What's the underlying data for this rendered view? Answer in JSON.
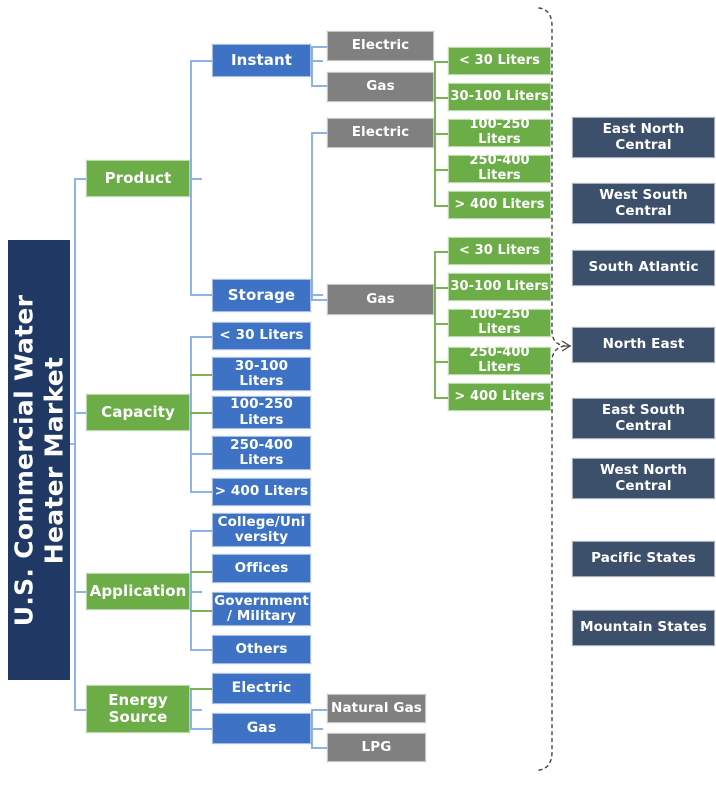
{
  "title": {
    "line1": "U.S. Commercial Water",
    "line2": "Heater Market"
  },
  "segments": [
    {
      "label": "Product"
    },
    {
      "label": "Capacity"
    },
    {
      "label": "Application"
    },
    {
      "label": "Energy\nSource"
    }
  ],
  "product": {
    "types": [
      {
        "label": "Instant"
      },
      {
        "label": "Storage"
      }
    ],
    "instant_energy": [
      {
        "label": "Electric"
      },
      {
        "label": "Gas"
      }
    ],
    "storage_energy": [
      {
        "label": "Electric"
      },
      {
        "label": "Gas"
      }
    ],
    "electric_capacity": [
      {
        "label": "< 30 Liters"
      },
      {
        "label": "30-100 Liters"
      },
      {
        "label": "100-250 Liters"
      },
      {
        "label": "250-400 Liters"
      },
      {
        "label": "> 400 Liters"
      }
    ],
    "gas_capacity": [
      {
        "label": "< 30 Liters"
      },
      {
        "label": "30-100 Liters"
      },
      {
        "label": "100-250 Liters"
      },
      {
        "label": "250-400 Liters"
      },
      {
        "label": "> 400 Liters"
      }
    ]
  },
  "capacity": [
    {
      "label": "< 30 Liters"
    },
    {
      "label": "30-100\nLiters"
    },
    {
      "label": "100-250\nLiters"
    },
    {
      "label": "250-400\nLiters"
    },
    {
      "label": "> 400 Liters"
    }
  ],
  "application": [
    {
      "label": "College/Uni\nversity"
    },
    {
      "label": "Offices"
    },
    {
      "label": "Government\n/ Military"
    },
    {
      "label": "Others"
    }
  ],
  "energy_source": {
    "items": [
      {
        "label": "Electric"
      },
      {
        "label": "Gas"
      }
    ],
    "gas_types": [
      {
        "label": "Natural Gas"
      },
      {
        "label": "LPG"
      }
    ]
  },
  "regions": [
    {
      "label": "East North\nCentral"
    },
    {
      "label": "West South\nCentral"
    },
    {
      "label": "South Atlantic"
    },
    {
      "label": "North East"
    },
    {
      "label": "East South\nCentral"
    },
    {
      "label": "West North\nCentral"
    },
    {
      "label": "Pacific States"
    },
    {
      "label": "Mountain States"
    }
  ],
  "colors": {
    "title_navy": "#1f3864",
    "region_navy": "#3d506b",
    "segment_green": "#6cad47",
    "item_blue": "#3d72c4",
    "energy_gray": "#808080",
    "connector_blue": "#8db4e2",
    "connector_green": "#7cb253"
  }
}
